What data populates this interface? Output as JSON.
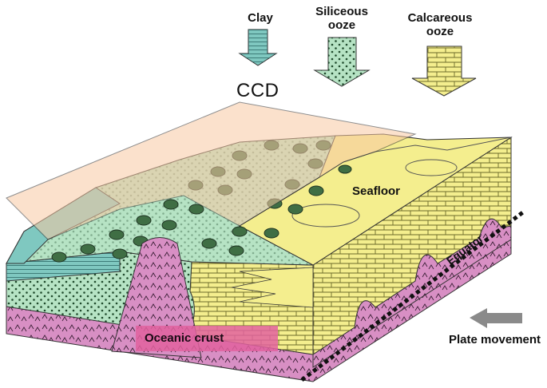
{
  "labels": {
    "clay": "Clay",
    "siliceous_line1": "Siliceous",
    "siliceous_line2": "ooze",
    "calcareous_line1": "Calcareous",
    "calcareous_line2": "ooze",
    "ccd": "CCD",
    "seafloor": "Seafloor",
    "equator": "Equator",
    "oceanic_crust": "Oceanic crust",
    "plate_movement": "Plate movement"
  },
  "colors": {
    "clay": "#7fc8c0",
    "siliceous": "#b6e3c4",
    "calcareous": "#f4ee8e",
    "ccd_plane": "#f9c9a4",
    "oceanic_crust": "#d88fc4",
    "crust_label_box": "#e2619f",
    "nodules": "#3f6e44",
    "plate_arrow": "#8a8a8a"
  }
}
